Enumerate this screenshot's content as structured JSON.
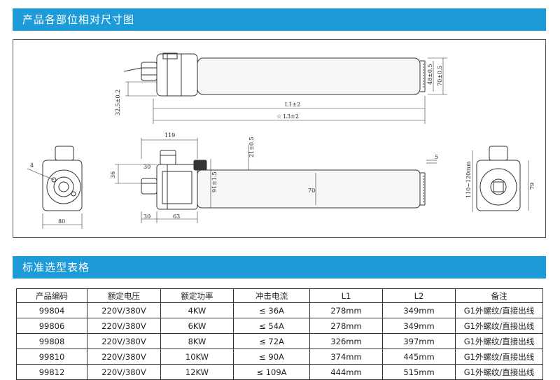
{
  "section1": {
    "title": "产品各部位相对尺寸图"
  },
  "section2": {
    "title": "标准选型表格"
  },
  "dims": {
    "top_left": "32.5±0.2",
    "top_r1": "48±0.5",
    "top_r2": "70±0.5",
    "top_l1": "L1±2",
    "top_l3": "☆ L3±2",
    "mid_119": "119",
    "mid_21": "21±0.5",
    "mid_30a": "30",
    "mid_36": "36",
    "mid_91": "91±1.5",
    "mid_70": "70",
    "mid_30b": "30",
    "mid_63": "63",
    "mid_5": "5",
    "left_4": "4",
    "left_80": "80",
    "right_110": "110~120mm",
    "right_79": "79"
  },
  "table": {
    "headers": [
      "产品编码",
      "额定电压",
      "额定功率",
      "冲击电流",
      "L1",
      "L2",
      "备注"
    ],
    "rows": [
      [
        "99804",
        "220V/380V",
        "4KW",
        "≤ 36A",
        "278mm",
        "349mm",
        "G1外螺纹/直接出线"
      ],
      [
        "99806",
        "220V/380V",
        "6KW",
        "≤ 54A",
        "278mm",
        "349mm",
        "G1外螺纹/直接出线"
      ],
      [
        "99808",
        "220V/380V",
        "8KW",
        "≤ 72A",
        "326mm",
        "397mm",
        "G1外螺纹/直接出线"
      ],
      [
        "99810",
        "220V/380V",
        "10KW",
        "≤ 90A",
        "374mm",
        "445mm",
        "G1外螺纹/直接出线"
      ],
      [
        "99812",
        "220V/380V",
        "12KW",
        "≤ 109A",
        "444mm",
        "515mm",
        "G1外螺纹/直接出线"
      ]
    ]
  }
}
